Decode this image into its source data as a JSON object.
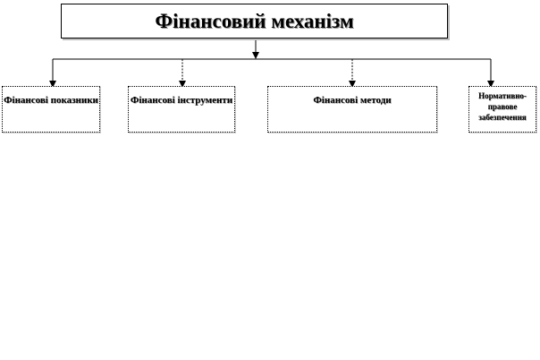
{
  "title": "Фінансовий механізм",
  "children": [
    {
      "label": "Фінансові показники"
    },
    {
      "label": "Фінансові інструменти"
    },
    {
      "label": "Фінансові методи"
    },
    {
      "label": "Нормативно-правове забезпечення"
    }
  ],
  "colors": {
    "line": "#000000",
    "shadow": "#bdbdbd"
  }
}
